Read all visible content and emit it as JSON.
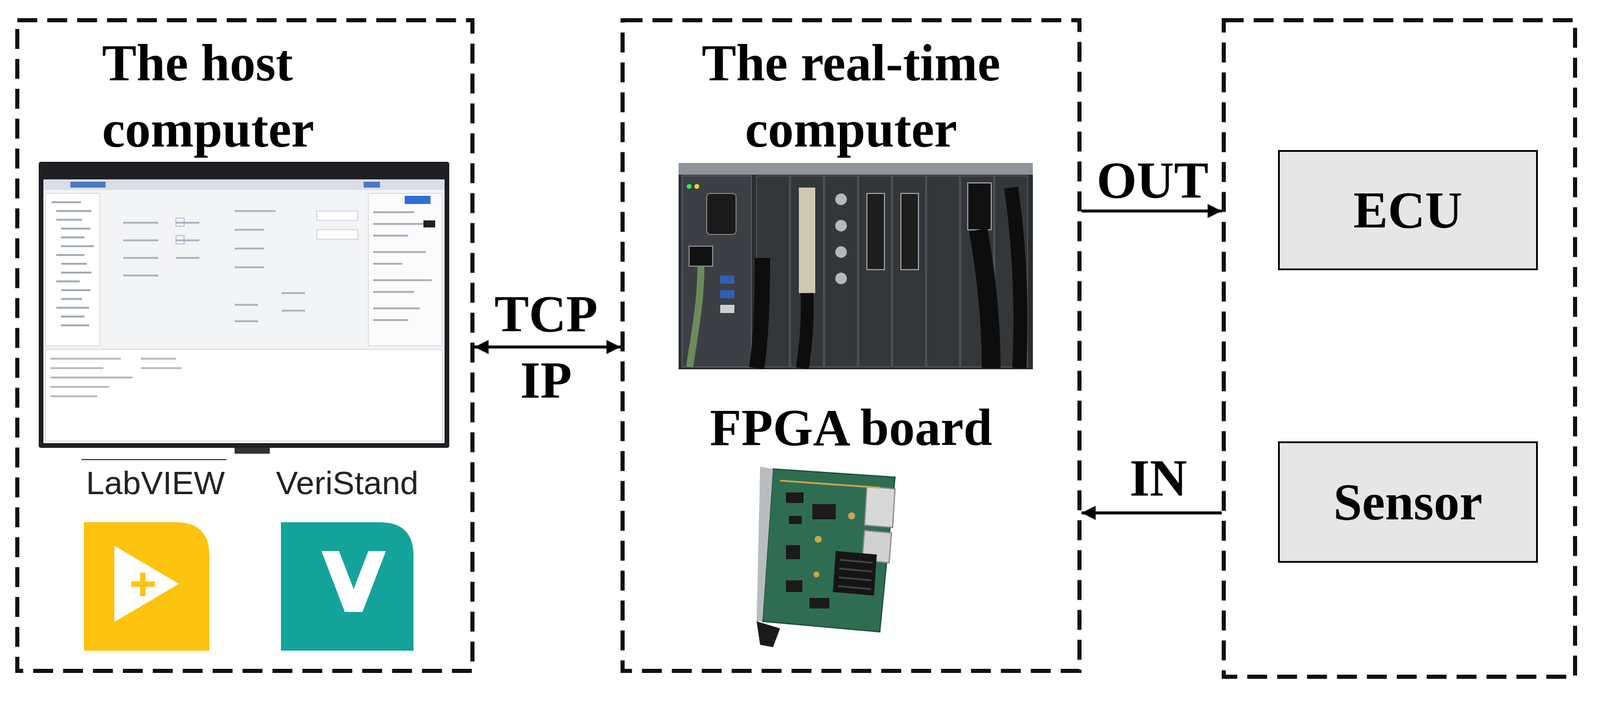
{
  "diagram": {
    "nodes": [
      {
        "text": [
          "The host computer"
        ]
      },
      {
        "text": [
          "The real-time computer",
          "FPGA board"
        ]
      },
      {
        "text": []
      },
      {
        "text": [
          "ECU"
        ],
        "in": 2
      },
      {
        "text": [
          "Sensor"
        ],
        "in": 2
      }
    ],
    "edges": [
      {
        "from": 0,
        "to": 1,
        "label": "TCP IP",
        "arrow": "both"
      },
      {
        "from": 1,
        "to": 2,
        "label": "OUT",
        "arrow": "to"
      },
      {
        "from": 2,
        "to": 1,
        "label": "IN",
        "arrow": "to"
      }
    ],
    "labels": [
      "LabVIEW",
      "VeriStand"
    ]
  }
}
